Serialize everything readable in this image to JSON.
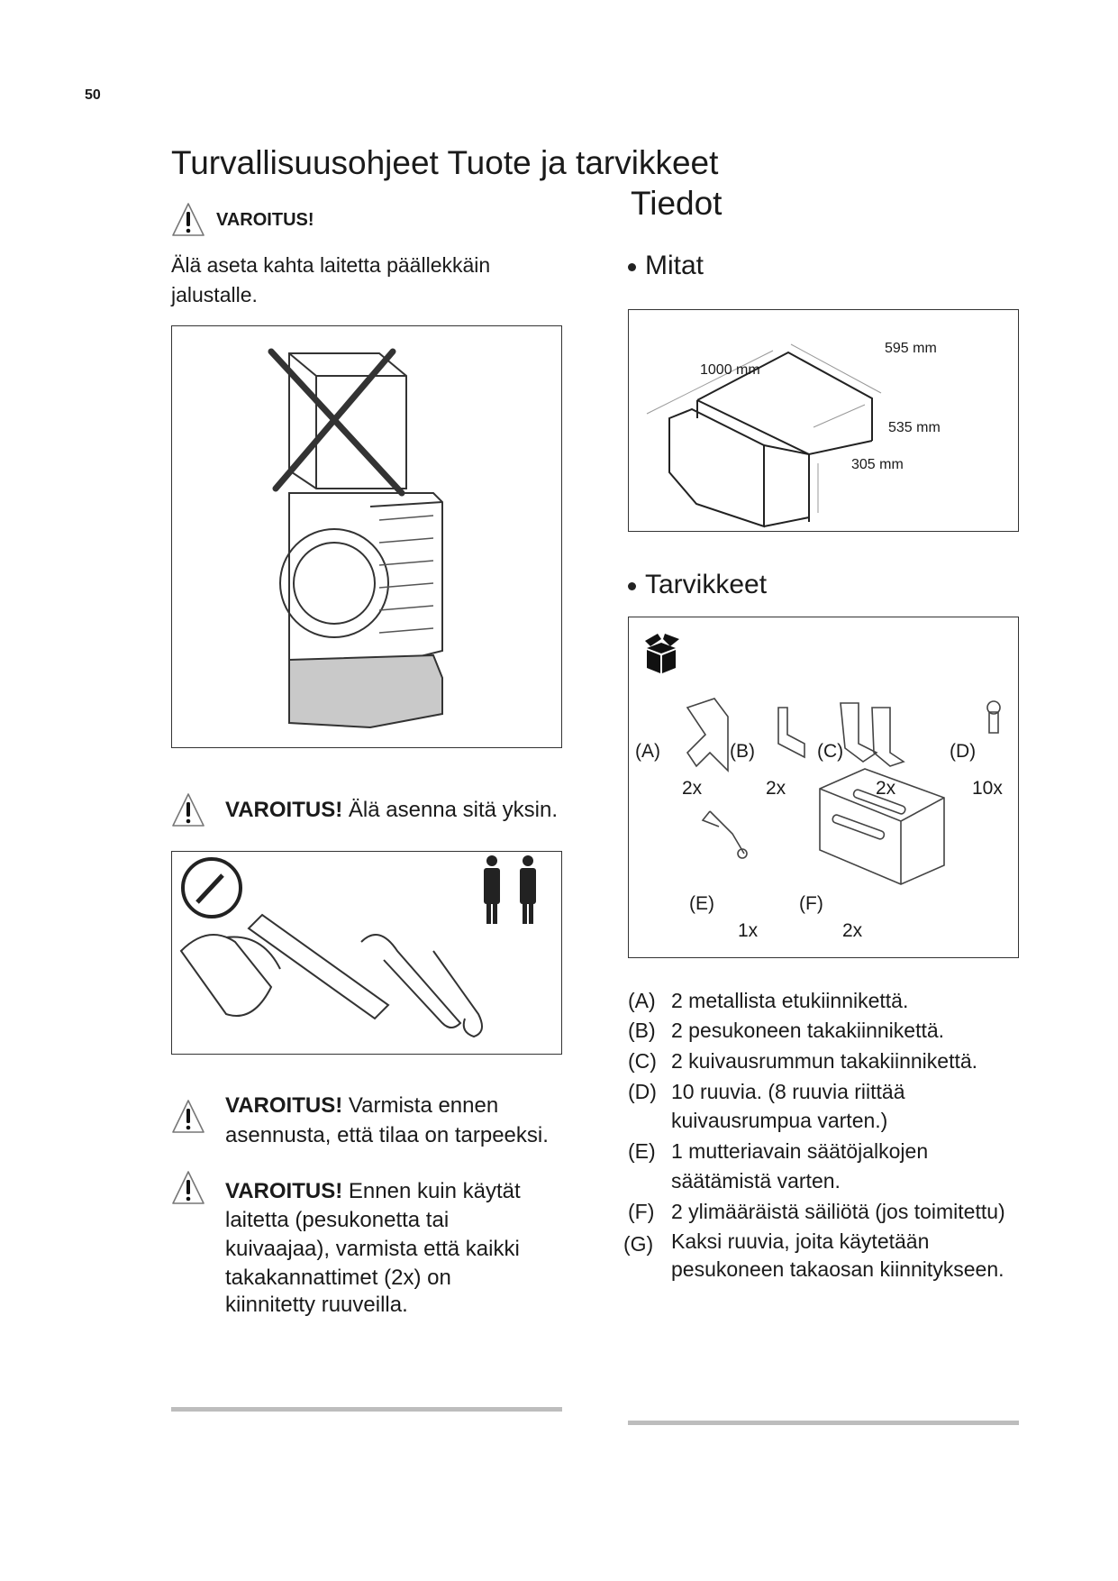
{
  "page_number": "50",
  "header": {
    "title": "Turvallisuusohjeet  Tuote ja tarvikkeet",
    "subtitle": "Tiedot"
  },
  "left": {
    "warning1": {
      "label": "VAROITUS!",
      "text_lines": [
        "Älä aseta kahta laitetta päällekkäin",
        "jalustalle."
      ]
    },
    "warning2": {
      "label": "VAROITUS!",
      "text": " Älä asenna sitä yksin."
    },
    "warning3": {
      "label": "VAROITUS!",
      "text_lines": [
        " Varmista ennen",
        "asennusta, että tilaa on tarpeeksi."
      ]
    },
    "warning4": {
      "label": "VAROITUS!",
      "text_lines": [
        " Ennen kuin käytät",
        "laitetta (pesukonetta tai",
        "kuivaajaa), varmista että kaikki",
        "takakannattimet (2x) on",
        "kiinnitetty ruuveilla."
      ]
    }
  },
  "right": {
    "dimensions": {
      "heading": "Mitat",
      "labels": {
        "width": "595 mm",
        "length": "1000 mm",
        "depth": "535 mm",
        "height": "305 mm"
      }
    },
    "accessories": {
      "heading": "Tarvikkeet",
      "items": [
        {
          "id": "(A)",
          "count": "2x"
        },
        {
          "id": "(B)",
          "count": "2x"
        },
        {
          "id": "(C)",
          "count": "2x"
        },
        {
          "id": "(D)",
          "count": "10x"
        },
        {
          "id": "(E)",
          "count": "1x"
        },
        {
          "id": "(F)",
          "count": "2x"
        }
      ],
      "list": [
        {
          "id": "(A)",
          "lines": [
            "2 metallista etukiinnikettä."
          ]
        },
        {
          "id": "(B)",
          "lines": [
            "2 pesukoneen takakiinnikettä."
          ]
        },
        {
          "id": "(C)",
          "lines": [
            "2 kuivausrummun takakiinnikettä."
          ]
        },
        {
          "id": "(D)",
          "lines": [
            "10 ruuvia. (8 ruuvia riittää",
            "kuivausrumpua varten.)"
          ]
        },
        {
          "id": "(E)",
          "lines": [
            "1  mutteriavain säätöjalkojen",
            "säätämistä varten."
          ]
        },
        {
          "id": "(F)",
          "lines": [
            "2 ylimääräistä säiliötä (jos toimitettu)"
          ]
        },
        {
          "id": "(G)",
          "lines": [
            "Kaksi ruuvia, joita käytetään",
            "pesukoneen takaosan kiinnitykseen."
          ]
        }
      ]
    }
  }
}
